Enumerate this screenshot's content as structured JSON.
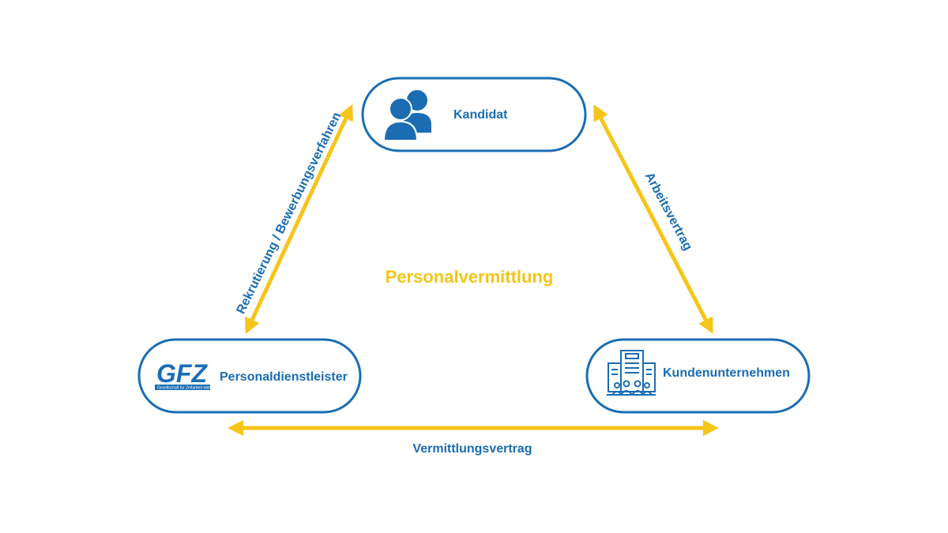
{
  "diagram": {
    "center_title": "Personalvermittlung",
    "nodes": {
      "candidate": {
        "label": "Kandidat",
        "icon": "people-icon"
      },
      "provider": {
        "label": "Personaldienstleister",
        "icon": "gfz-logo",
        "logo_text": "GFZ",
        "logo_subtext": "Gesellschaft für Zeitarbeit mbH"
      },
      "client": {
        "label": "Kundenunternehmen",
        "icon": "office-building-icon"
      }
    },
    "edges": {
      "left": {
        "label": "Rekrutierung / Bewerbungsverfahren"
      },
      "right": {
        "label": "Arbeitsvertrag"
      },
      "bottom": {
        "label": "Vermittlungsvertrag"
      }
    }
  },
  "colors": {
    "primary_blue": "#1a6db3",
    "accent_yellow": "#f5c518",
    "background": "#ffffff"
  }
}
